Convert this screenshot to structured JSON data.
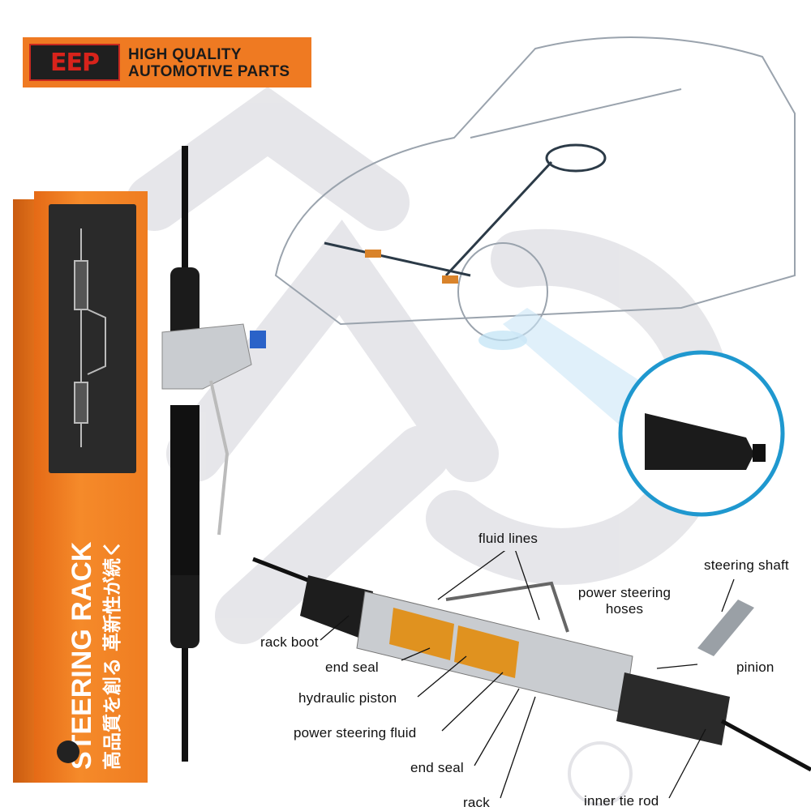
{
  "brand": {
    "logo_text": "EEP",
    "tagline_line1": "HIGH QUALITY",
    "tagline_line2": "AUTOMOTIVE PARTS",
    "primary_color": "#ef7a22",
    "accent_color": "#d8231b"
  },
  "box": {
    "title": "STEERING RACK",
    "japanese_text": "高品質を創る 革新性が続く",
    "color": "#f08224"
  },
  "diagram_labels": {
    "fluid_lines": "fluid lines",
    "steering_shaft": "steering shaft",
    "power_steering_hoses_1": "power steering",
    "power_steering_hoses_2": "hoses",
    "rack_boot": "rack boot",
    "end_seal_top": "end seal",
    "pinion": "pinion",
    "hydraulic_piston": "hydraulic piston",
    "power_steering_fluid": "power steering fluid",
    "end_seal_bottom": "end seal",
    "rack": "rack",
    "inner_tie_rod": "inner tie rod"
  }
}
